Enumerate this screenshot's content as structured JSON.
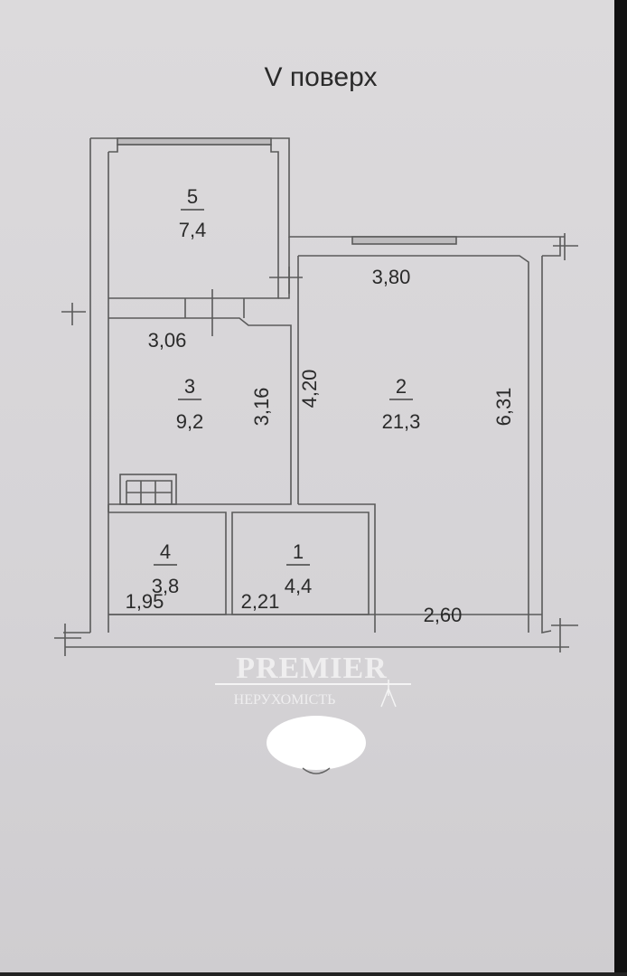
{
  "title": "V поверх",
  "rooms": [
    {
      "number": "5",
      "area": "7,4"
    },
    {
      "number": "3",
      "area": "9,2"
    },
    {
      "number": "2",
      "area": "21,3"
    },
    {
      "number": "4",
      "area": "3,8"
    },
    {
      "number": "1",
      "area": "4,4"
    }
  ],
  "dimensions": {
    "d380": "3,80",
    "d306": "3,06",
    "d316": "3,16",
    "d420": "4,20",
    "d631": "6,31",
    "d195": "1,95",
    "d221": "2,21",
    "d260": "2,60"
  },
  "watermark": {
    "brand": "PREMIER",
    "sub": "НЕРУХОМІСТЬ"
  },
  "colors": {
    "paper": "#d8d6d8",
    "lines": "#555555",
    "text": "#2a2a2a"
  }
}
